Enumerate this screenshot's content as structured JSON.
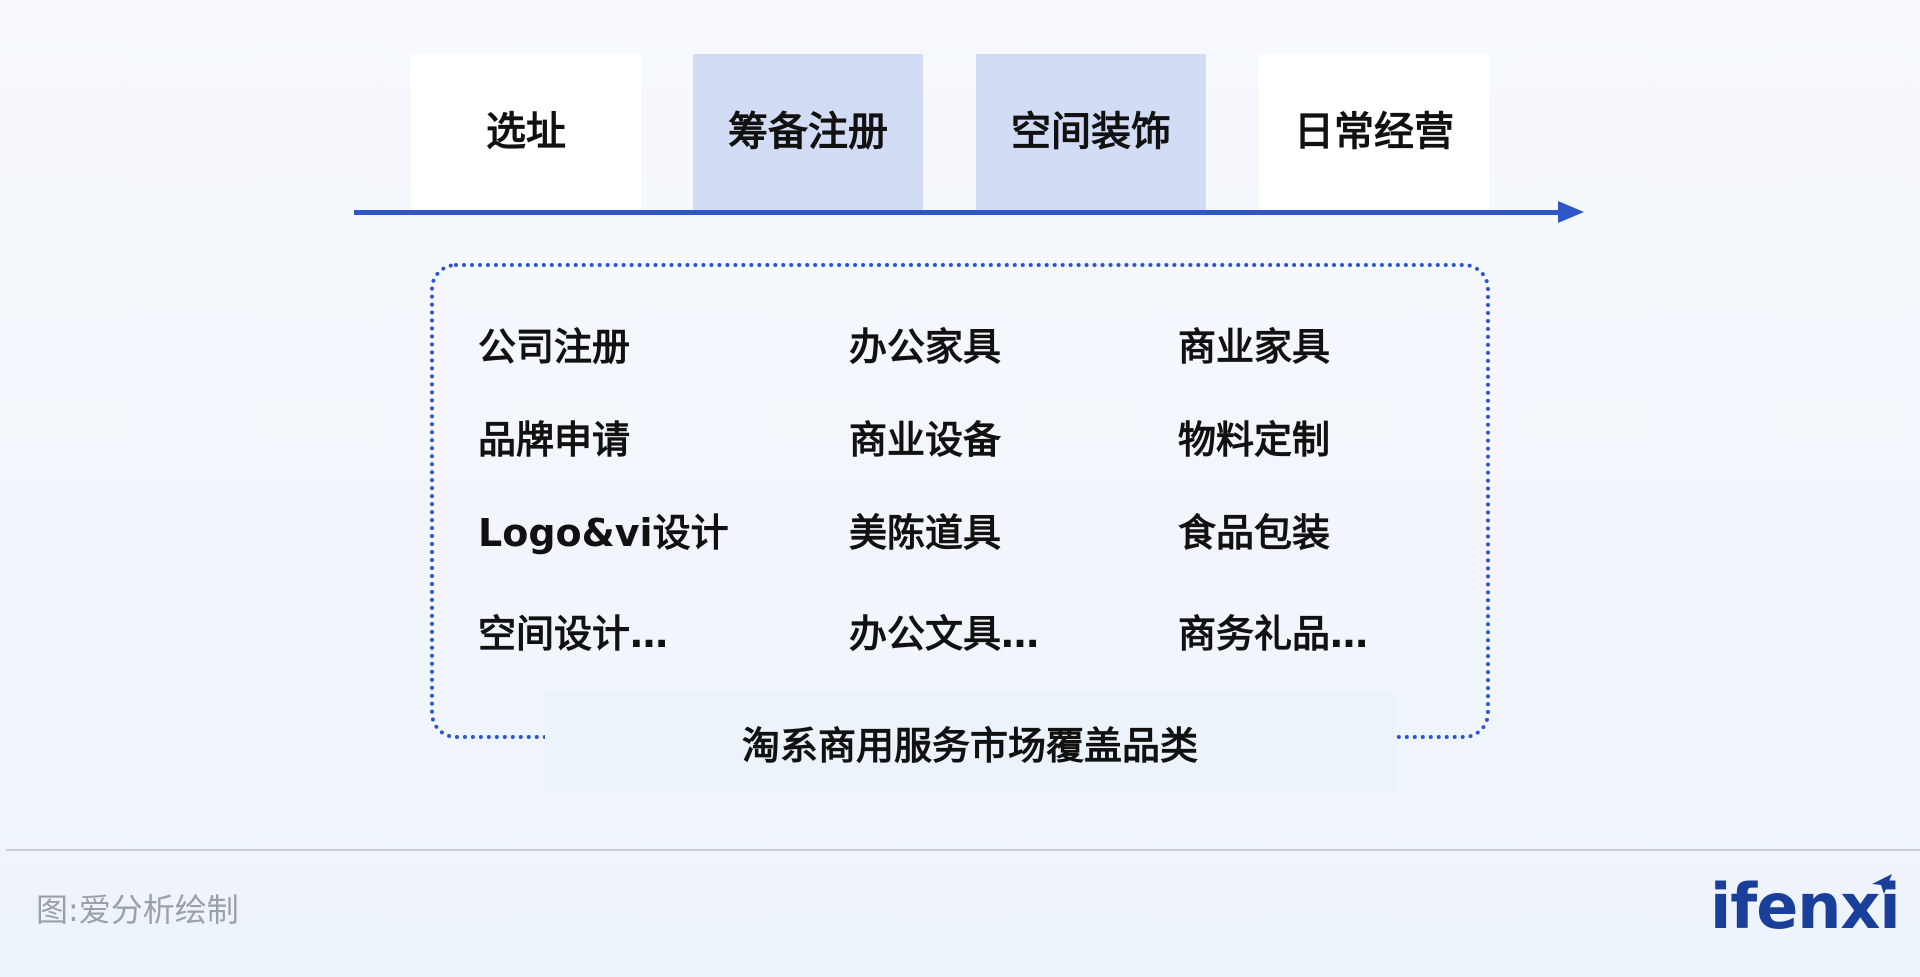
{
  "stages": [
    {
      "label": "选址",
      "color": "#ffffff"
    },
    {
      "label": "筹备注册",
      "color": "#d3dcf5"
    },
    {
      "label": "空间装饰",
      "color": "#d3dcf5"
    },
    {
      "label": "日常经营",
      "color": "#ffffff"
    }
  ],
  "categories": {
    "col1": [
      "公司注册",
      "品牌申请",
      "Logo&vi设计",
      "空间设计…"
    ],
    "col2": [
      "办公家具",
      "商业设备",
      "美陈道具",
      "办公文具…"
    ],
    "col3": [
      "商业家具",
      "物料定制",
      "食品包装",
      "商务礼品…"
    ]
  },
  "caption": "淘系商用服务市场覆盖品类",
  "footer": {
    "source": "图:爱分析绘制",
    "brand": "ifenxi"
  },
  "colors": {
    "accent": "#2f56c8",
    "stage_highlight": "#d3dcf5",
    "brand": "#1a3f9a"
  }
}
